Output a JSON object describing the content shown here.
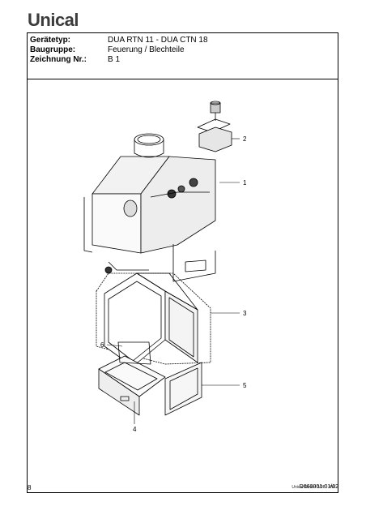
{
  "brand": {
    "name": "Unical"
  },
  "header": {
    "rows": [
      {
        "key": "Gerätetyp:",
        "value": "DUA RTN 11 - DUA CTN 18"
      },
      {
        "key": "Baugruppe:",
        "value": "Feuerung / Blechteile"
      },
      {
        "key": "Zeichnung Nr.:",
        "value": "B 1"
      }
    ]
  },
  "drawing": {
    "callouts": [
      "1",
      "2",
      "3",
      "4",
      "5",
      "6"
    ]
  },
  "footer": {
    "credit": "Unical GmbH 1/02 - HW",
    "page_number": "8",
    "doc_code": "D660001-01/02"
  }
}
